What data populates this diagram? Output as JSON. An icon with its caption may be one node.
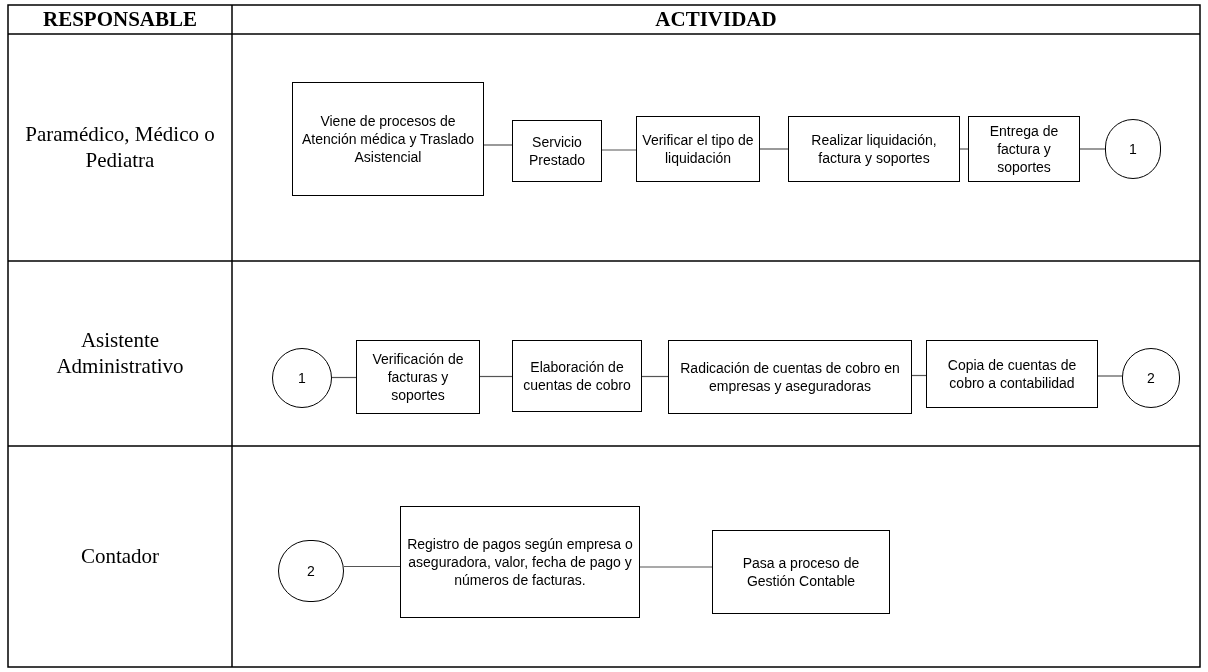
{
  "diagram": {
    "nodes": [
      {
        "text": [
          "Viene de procesos de Atención médica y Traslado Asistencial"
        ]
      },
      {
        "text": [
          "Servicio Prestado"
        ]
      },
      {
        "text": [
          "Verificar el tipo de liquidación"
        ]
      },
      {
        "text": [
          "Realizar liquidación, factura y soportes"
        ]
      },
      {
        "text": [
          "Entrega de factura y soportes"
        ]
      },
      {
        "text": [
          "1"
        ]
      },
      {
        "text": [
          "1"
        ]
      },
      {
        "text": [
          "Verificación de facturas y soportes"
        ]
      },
      {
        "text": [
          "Elaboración de cuentas de cobro"
        ]
      },
      {
        "text": [
          "Radicación de cuentas de cobro en empresas y aseguradoras"
        ]
      },
      {
        "text": [
          "Copia de cuentas de cobro a contabilidad"
        ]
      },
      {
        "text": [
          "2"
        ]
      },
      {
        "text": [
          "2"
        ]
      },
      {
        "text": [
          "Registro de pagos según empresa o aseguradora, valor, fecha de pago y números de facturas."
        ]
      },
      {
        "text": [
          "Pasa a proceso de Gestión Contable"
        ]
      }
    ],
    "edges": [
      {
        "from": 0,
        "to": 1,
        "arrow": "none"
      },
      {
        "from": 1,
        "to": 2,
        "arrow": "none"
      },
      {
        "from": 2,
        "to": 3,
        "arrow": "none"
      },
      {
        "from": 3,
        "to": 4,
        "arrow": "none"
      },
      {
        "from": 4,
        "to": 5,
        "arrow": "none"
      },
      {
        "from": 6,
        "to": 7,
        "arrow": "none"
      },
      {
        "from": 7,
        "to": 8,
        "arrow": "none"
      },
      {
        "from": 8,
        "to": 9,
        "arrow": "none"
      },
      {
        "from": 9,
        "to": 10,
        "arrow": "none"
      },
      {
        "from": 10,
        "to": 11,
        "arrow": "none"
      },
      {
        "from": 12,
        "to": 13,
        "arrow": "none"
      },
      {
        "from": 13,
        "to": 14,
        "arrow": "none"
      }
    ],
    "labels": [
      "RESPONSABLE",
      "ACTIVIDAD",
      "Paramédico, Médico o Pediatra",
      "Asistente Administrativo",
      "Contador"
    ]
  }
}
